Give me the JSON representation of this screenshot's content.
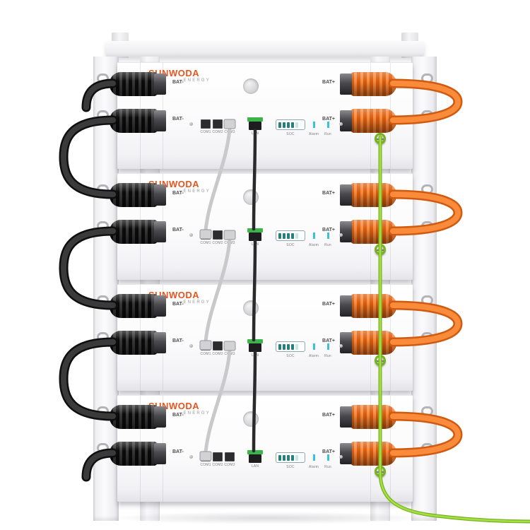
{
  "product": {
    "brand": "SUNWODA",
    "brand_sub": "ENERGY",
    "module_count": 4,
    "soc_segments": 5
  },
  "labels": {
    "bat_minus": "BAT-",
    "bat_plus": "BAT+",
    "com1": "COM1",
    "com2": "COM2",
    "com3": "COM3",
    "lan": "LAN",
    "soc": "SOC",
    "alarm": "Alarm",
    "run": "Run"
  },
  "colors": {
    "brand_orange": "#e8551e",
    "cable_black_outer": "#0f0f0f",
    "cable_black_inner": "#3a3a3a",
    "cable_orange_outer": "#cf5a10",
    "cable_orange_inner": "#f98b3a",
    "cable_gray": "#c9c9cb",
    "lan_cable": "#2a2a2c",
    "ground_outer": "#76b31f",
    "ground_inner": "#a6df45",
    "lan_green": "#3bb54a",
    "soc_teal": "#2a7d7d",
    "status_cyan": "#38c3d8"
  }
}
